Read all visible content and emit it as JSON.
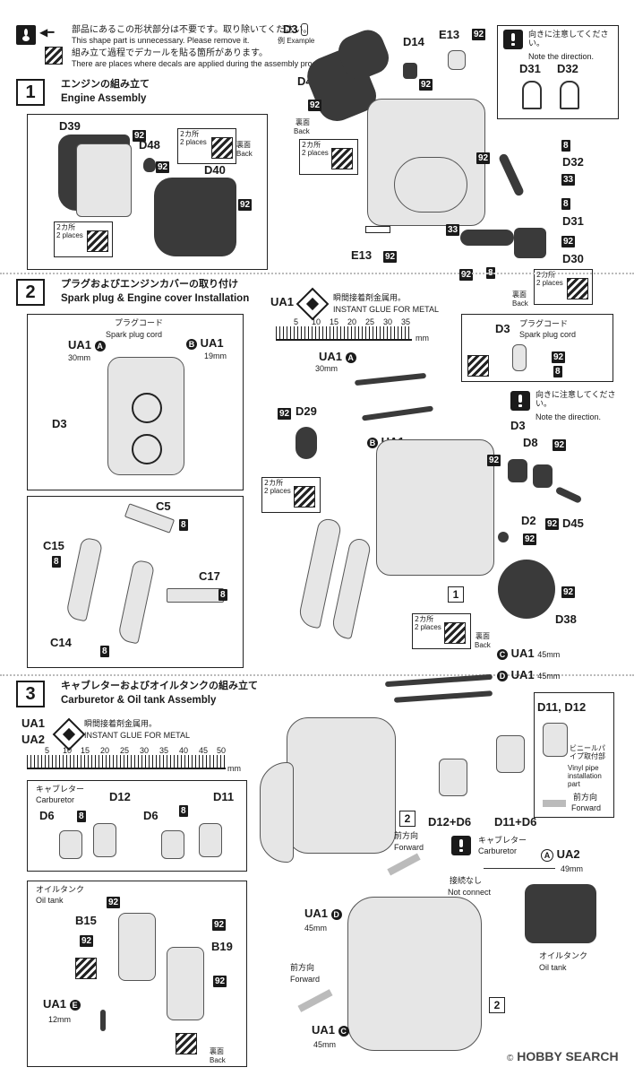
{
  "legend": {
    "shape_note_jp": "部品にあるこの形状部分は不要です。取り除いてください。",
    "shape_note_en": "This shape part is unnecessary. Please remove it.",
    "decal_note_jp": "組み立て過程でデカールを貼る箇所があります。",
    "decal_note_en": "There are places where decals are applied during the assembly process.",
    "example_code": "D3",
    "example_label": "例 Example"
  },
  "common": {
    "back_jp": "裏面",
    "back_en": "Back",
    "two_places_jp": "2カ所",
    "two_places_en": "2 places",
    "direction_jp": "向きに注意してください。",
    "direction_en": "Note the direction.",
    "forward_jp": "前方向",
    "forward_en": "Forward",
    "glue_jp": "瞬間接着剤金属用。",
    "glue_en": "INSTANT GLUE  FOR METAL",
    "mm": "mm"
  },
  "step1": {
    "num": "1",
    "title_jp": "エンジンの組み立て",
    "title_en": "Engine Assembly",
    "parts": [
      "D39",
      "D48",
      "D40",
      "D49",
      "D14",
      "E13",
      "D31",
      "D32",
      "D32",
      "D31",
      "D30",
      "E13"
    ],
    "tags": [
      "92",
      "92",
      "92",
      "92",
      "92",
      "92",
      "92",
      "8",
      "33",
      "8",
      "33",
      "8",
      "92",
      "92"
    ]
  },
  "step2": {
    "num": "2",
    "title_jp": "プラグおよびエンジンカバーの取り付け",
    "title_en": "Spark plug & Engine cover Installation",
    "glue_code": "UA1",
    "ruler_ticks": [
      "5",
      "10",
      "15",
      "20",
      "25",
      "30",
      "35"
    ],
    "plug_cord_jp": "プラグコード",
    "plug_cord_en": "Spark plug cord",
    "cord_a": "UA1",
    "cord_a_letter": "A",
    "cord_a_len": "30mm",
    "cord_b": "UA1",
    "cord_b_letter": "B",
    "cord_b_len": "19mm",
    "parts": [
      "D3",
      "D3",
      "D3",
      "D29",
      "D8",
      "D45",
      "D2",
      "D38",
      "C5",
      "C15",
      "C17",
      "C14"
    ],
    "assy_ref": "1"
  },
  "step3": {
    "num": "3",
    "title_jp": "キャブレターおよびオイルタンクの組み立て",
    "title_en": "Carburetor & Oil tank Assembly",
    "glue_codes": [
      "UA1",
      "UA2"
    ],
    "ruler_ticks": [
      "5",
      "10",
      "15",
      "20",
      "25",
      "30",
      "35",
      "40",
      "45",
      "50"
    ],
    "carb_jp": "キャブレター",
    "carb_en": "Carburetor",
    "oil_jp": "オイルタンク",
    "oil_en": "Oil tank",
    "vinyl_jp": "ビニールパイプ取付部",
    "vinyl_en": "Vinyl pipe installation part",
    "not_connect_jp": "接続なし",
    "not_connect_en": "Not connect",
    "hose_c": "UA1",
    "hose_c_letter": "C",
    "hose_c_len": "45mm",
    "hose_d": "UA1",
    "hose_d_letter": "D",
    "hose_d_len": "45mm",
    "hose_a": "UA2",
    "hose_a_letter": "A",
    "hose_a_len": "49mm",
    "hose_e": "UA1",
    "hose_e_letter": "E",
    "hose_e_len": "12mm",
    "combo_left": "D12+D6",
    "combo_right": "D11+D6",
    "d11_d12": "D11, D12",
    "parts": [
      "D12",
      "D11",
      "D6",
      "D6",
      "B15",
      "B19"
    ],
    "assy_ref": "2"
  },
  "watermark": "HOBBY SEARCH",
  "watermark_symbol": "©"
}
